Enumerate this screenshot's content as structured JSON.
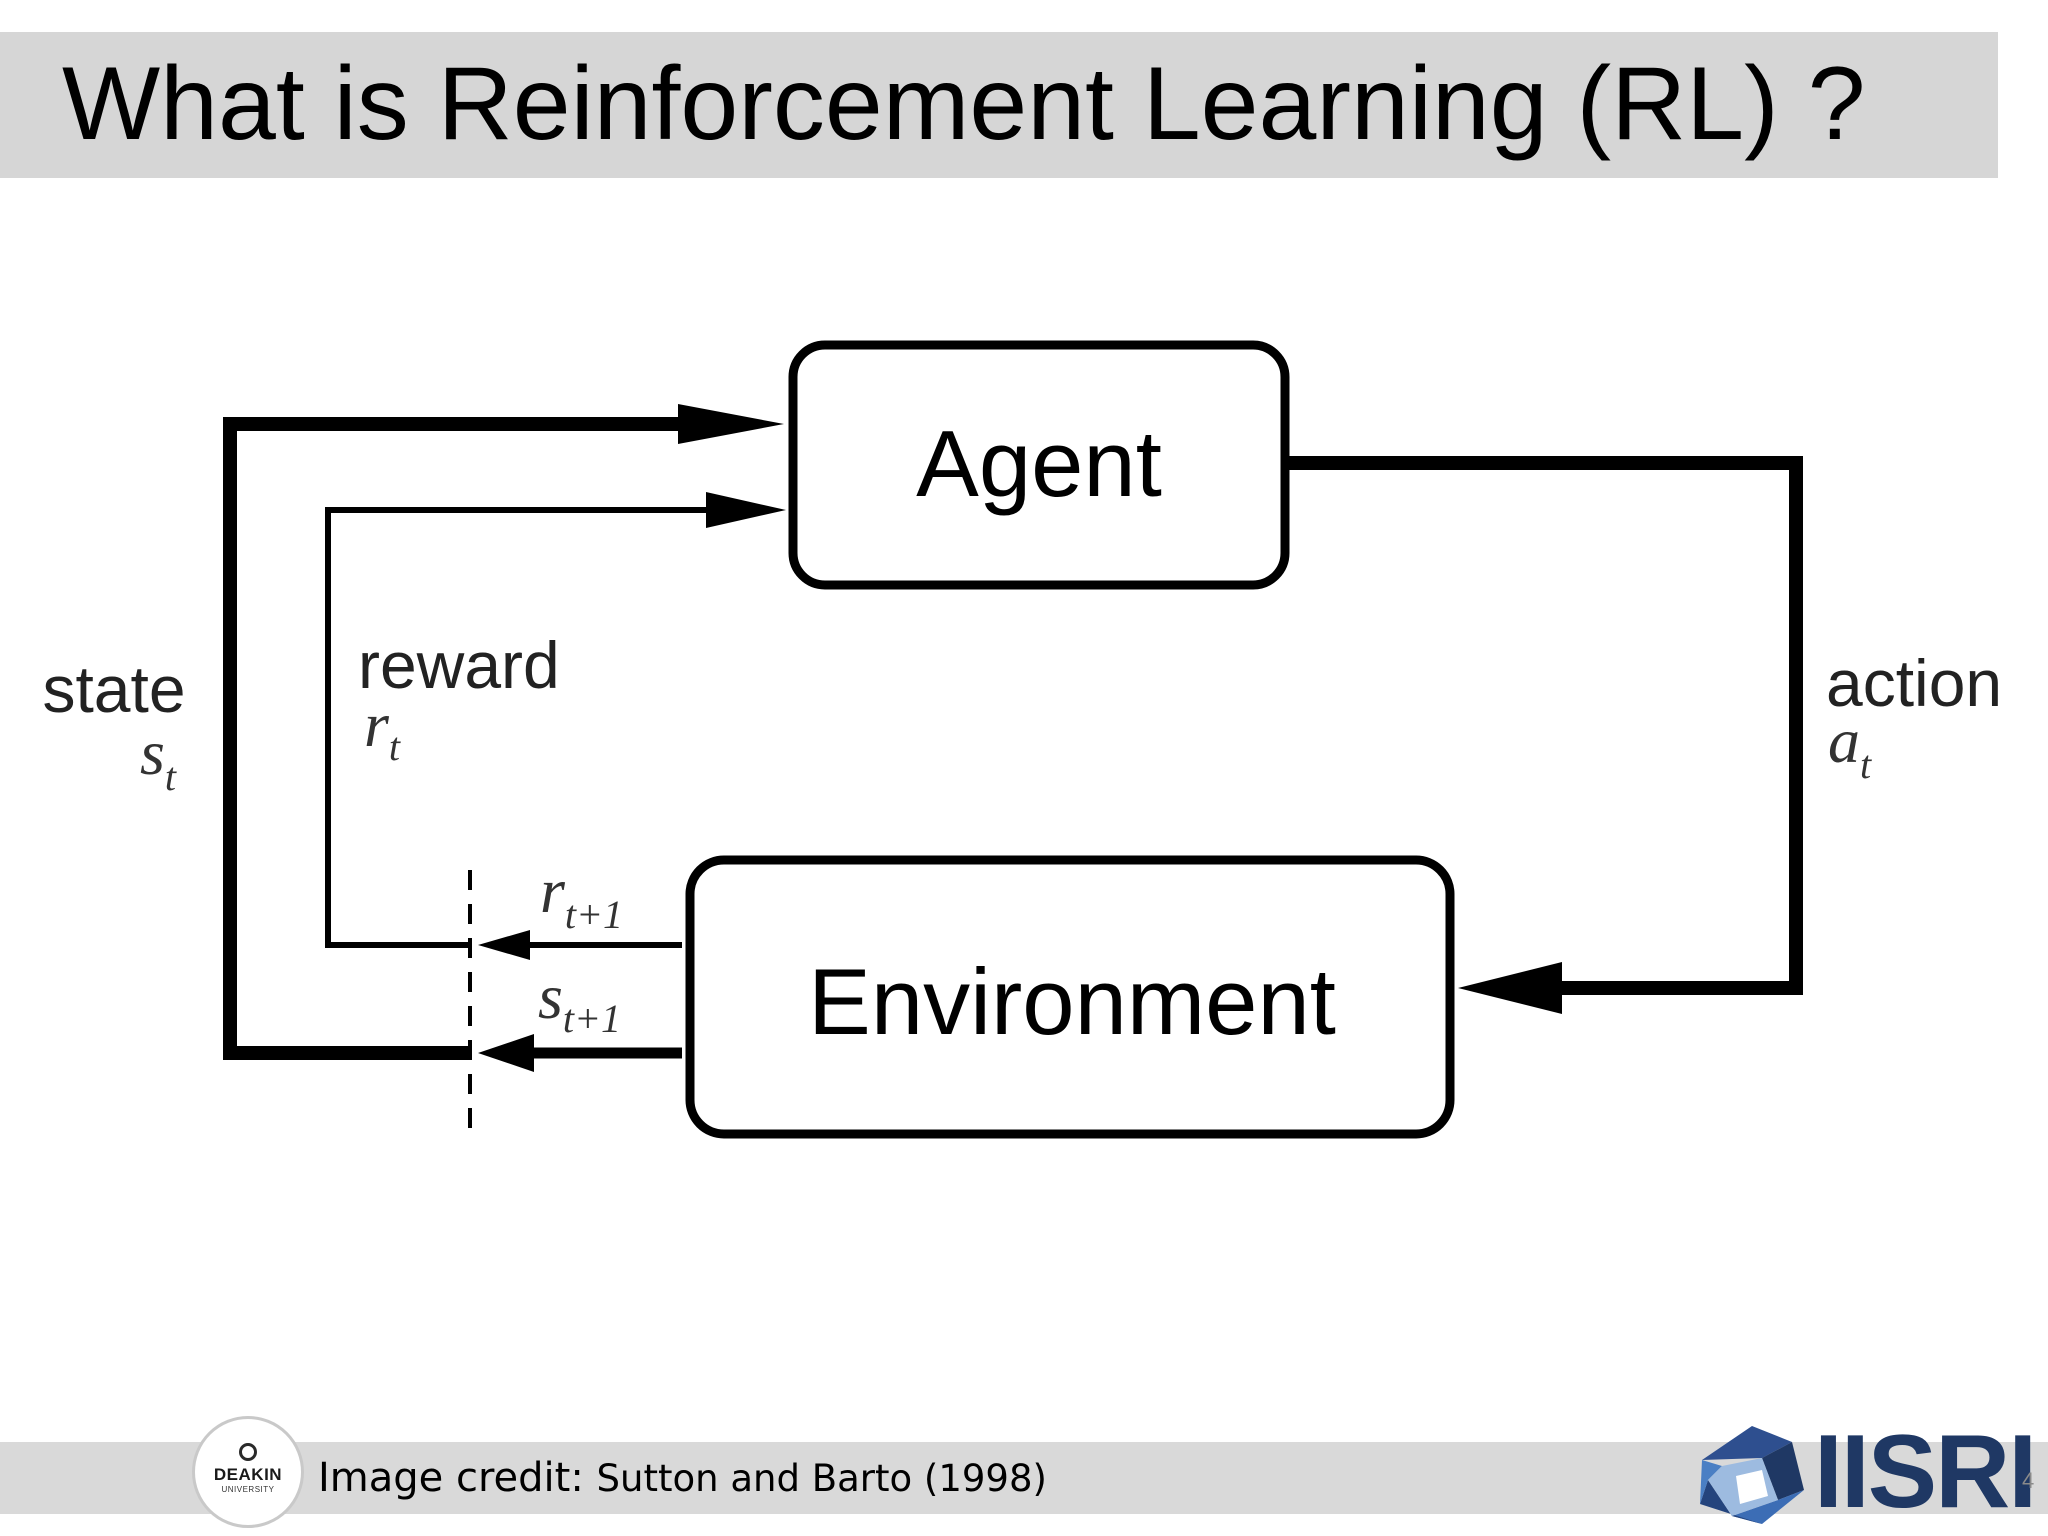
{
  "slide": {
    "title": "What is Reinforcement Learning (RL) ?",
    "page_number": "4"
  },
  "diagram": {
    "agent_label": "Agent",
    "environment_label": "Environment",
    "state_label": "state",
    "state_symbol": "s",
    "state_subscript": "t",
    "reward_label": "reward",
    "reward_symbol": "r",
    "reward_subscript": "t",
    "action_label": "action",
    "action_symbol": "a",
    "action_subscript": "t",
    "next_reward_symbol": "r",
    "next_reward_subscript": "t+1",
    "next_state_symbol": "s",
    "next_state_subscript": "t+1"
  },
  "footer": {
    "credit_prefix": "Image credit: ",
    "credit_source": "Sutton and Barto (1998)",
    "deakin_name": "DEAKIN",
    "deakin_sub": "UNIVERSITY",
    "iisri_text": "IISRI"
  }
}
